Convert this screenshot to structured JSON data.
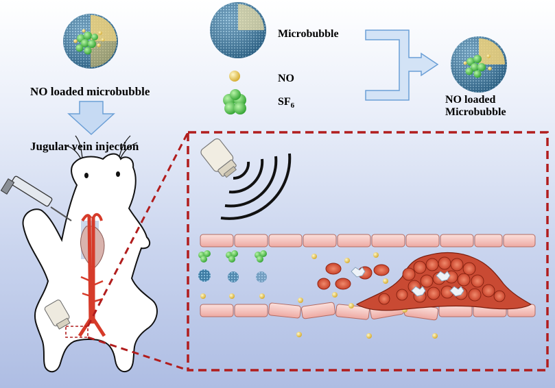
{
  "labels": {
    "no_loaded_microbubble": "NO loaded microbubble",
    "jugular_vein_injection": "Jugular vein injection",
    "microbubble": "Microbubble",
    "no": "NO",
    "sf6_main": "SF",
    "sf6_sub": "6",
    "result_line1": "NO loaded",
    "result_line2": "Microbubble"
  },
  "colors": {
    "shell": "#3f7fa6",
    "shell_light": "#7ab8d9",
    "core_yellow": "#e6c25a",
    "no_particle": "#f2d45c",
    "sf6_particle": "#52cc52",
    "arrow_fill": "#c6daf3",
    "arrow_stroke": "#6b9fd6",
    "dash_frame": "#b11d1d",
    "endothelium": "#f4c7c3",
    "rbc": "#d9533d",
    "vessel": "#d63b2a"
  },
  "icons": {
    "syringe": "syringe-icon",
    "transducer": "ultrasound-transducer-icon",
    "waves": "ultrasound-waves-icon",
    "mouse": "mouse-icon"
  }
}
